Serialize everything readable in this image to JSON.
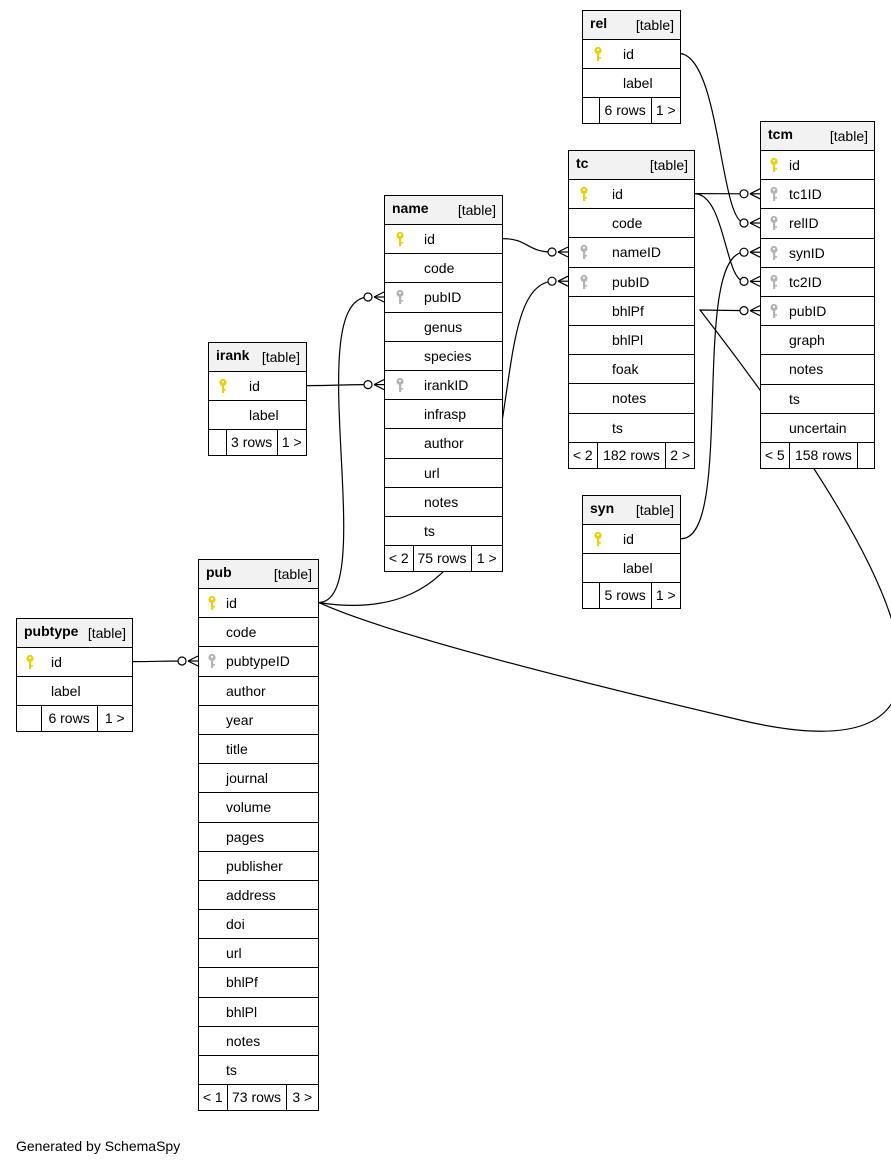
{
  "tables": [
    {
      "id": "rel",
      "name": "rel",
      "type": "[table]",
      "columns": [
        {
          "name": "id",
          "key": "pk"
        },
        {
          "name": "label",
          "key": ""
        }
      ],
      "footer": [
        "",
        "6 rows",
        "1 >"
      ]
    },
    {
      "id": "tcm",
      "name": "tcm",
      "type": "[table]",
      "columns": [
        {
          "name": "id",
          "key": "pk"
        },
        {
          "name": "tc1ID",
          "key": "fk"
        },
        {
          "name": "relID",
          "key": "fk"
        },
        {
          "name": "synID",
          "key": "fk"
        },
        {
          "name": "tc2ID",
          "key": "fk"
        },
        {
          "name": "pubID",
          "key": "fk"
        },
        {
          "name": "graph",
          "key": ""
        },
        {
          "name": "notes",
          "key": ""
        },
        {
          "name": "ts",
          "key": ""
        },
        {
          "name": "uncertain",
          "key": ""
        }
      ],
      "footer": [
        "< 5",
        "158 rows",
        ""
      ]
    },
    {
      "id": "tc",
      "name": "tc",
      "type": "[table]",
      "columns": [
        {
          "name": "id",
          "key": "pk"
        },
        {
          "name": "code",
          "key": ""
        },
        {
          "name": "nameID",
          "key": "fk"
        },
        {
          "name": "pubID",
          "key": "fk"
        },
        {
          "name": "bhlPf",
          "key": ""
        },
        {
          "name": "bhlPl",
          "key": ""
        },
        {
          "name": "foak",
          "key": ""
        },
        {
          "name": "notes",
          "key": ""
        },
        {
          "name": "ts",
          "key": ""
        }
      ],
      "footer": [
        "< 2",
        "182 rows",
        "2 >"
      ]
    },
    {
      "id": "name",
      "name": "name",
      "type": "[table]",
      "columns": [
        {
          "name": "id",
          "key": "pk"
        },
        {
          "name": "code",
          "key": ""
        },
        {
          "name": "pubID",
          "key": "fk"
        },
        {
          "name": "genus",
          "key": ""
        },
        {
          "name": "species",
          "key": ""
        },
        {
          "name": "irankID",
          "key": "fk"
        },
        {
          "name": "infrasp",
          "key": ""
        },
        {
          "name": "author",
          "key": ""
        },
        {
          "name": "url",
          "key": ""
        },
        {
          "name": "notes",
          "key": ""
        },
        {
          "name": "ts",
          "key": ""
        }
      ],
      "footer": [
        "< 2",
        "75 rows",
        "1 >"
      ]
    },
    {
      "id": "irank",
      "name": "irank",
      "type": "[table]",
      "columns": [
        {
          "name": "id",
          "key": "pk"
        },
        {
          "name": "label",
          "key": ""
        }
      ],
      "footer": [
        "",
        "3 rows",
        "1 >"
      ]
    },
    {
      "id": "syn",
      "name": "syn",
      "type": "[table]",
      "columns": [
        {
          "name": "id",
          "key": "pk"
        },
        {
          "name": "label",
          "key": ""
        }
      ],
      "footer": [
        "",
        "5 rows",
        "1 >"
      ]
    },
    {
      "id": "pub",
      "name": "pub",
      "type": "[table]",
      "columns": [
        {
          "name": "id",
          "key": "pk"
        },
        {
          "name": "code",
          "key": ""
        },
        {
          "name": "pubtypeID",
          "key": "fk"
        },
        {
          "name": "author",
          "key": ""
        },
        {
          "name": "year",
          "key": ""
        },
        {
          "name": "title",
          "key": ""
        },
        {
          "name": "journal",
          "key": ""
        },
        {
          "name": "volume",
          "key": ""
        },
        {
          "name": "pages",
          "key": ""
        },
        {
          "name": "publisher",
          "key": ""
        },
        {
          "name": "address",
          "key": ""
        },
        {
          "name": "doi",
          "key": ""
        },
        {
          "name": "url",
          "key": ""
        },
        {
          "name": "bhlPf",
          "key": ""
        },
        {
          "name": "bhlPl",
          "key": ""
        },
        {
          "name": "notes",
          "key": ""
        },
        {
          "name": "ts",
          "key": ""
        }
      ],
      "footer": [
        "< 1",
        "73 rows",
        "3 >"
      ]
    },
    {
      "id": "pubtype",
      "name": "pubtype",
      "type": "[table]",
      "columns": [
        {
          "name": "id",
          "key": "pk"
        },
        {
          "name": "label",
          "key": ""
        }
      ],
      "footer": [
        "",
        "6 rows",
        "1 >"
      ]
    }
  ],
  "relationships": [
    {
      "from": "rel.id",
      "to": "tcm.relID"
    },
    {
      "from": "tc.id",
      "to": "tcm.tc1ID"
    },
    {
      "from": "tc.id",
      "to": "tcm.tc2ID"
    },
    {
      "from": "syn.id",
      "to": "tcm.synID"
    },
    {
      "from": "pub.id",
      "to": "tcm.pubID"
    },
    {
      "from": "name.id",
      "to": "tc.nameID"
    },
    {
      "from": "pub.id",
      "to": "tc.pubID"
    },
    {
      "from": "pub.id",
      "to": "name.pubID"
    },
    {
      "from": "irank.id",
      "to": "name.irankID"
    },
    {
      "from": "pubtype.id",
      "to": "pub.pubtypeID"
    }
  ],
  "credit": "Generated by SchemaSpy",
  "colors": {
    "pk": "#e8d400",
    "fk": "#b5b5b5",
    "header": "#f2f2f2"
  }
}
